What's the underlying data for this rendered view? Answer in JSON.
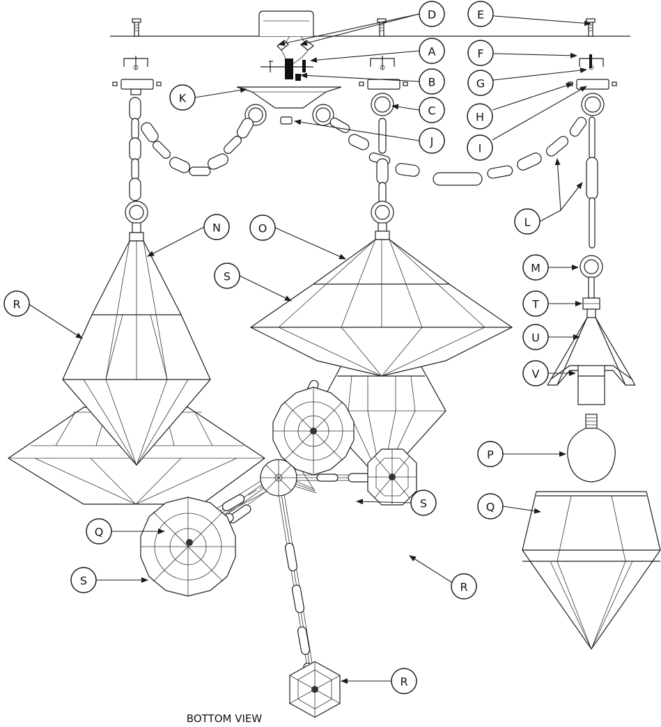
{
  "labels": {
    "A": "A",
    "B": "B",
    "C": "C",
    "D": "D",
    "E": "E",
    "F": "F",
    "G": "G",
    "H": "H",
    "I": "I",
    "J": "J",
    "K": "K",
    "L": "L",
    "M": "M",
    "N": "N",
    "O": "O",
    "P": "P",
    "Q": "Q",
    "R": "R",
    "S": "S",
    "T": "T",
    "U": "U",
    "V": "V"
  },
  "caption": "BOTTOM VIEW"
}
